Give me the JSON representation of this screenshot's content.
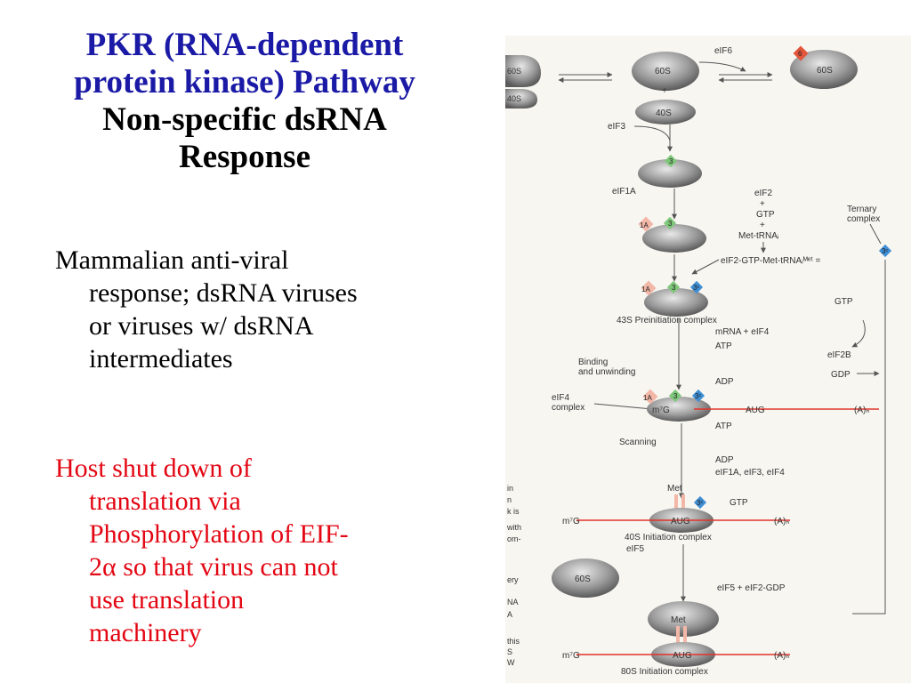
{
  "title": {
    "line1": "PKR (RNA-dependent",
    "line2": "protein kinase) Pathway",
    "line3": "Non-specific dsRNA",
    "line4": "Response"
  },
  "bullets": [
    {
      "lines": [
        "Mammalian anti-viral",
        "response; dsRNA viruses",
        "or viruses w/ dsRNA",
        "intermediates"
      ],
      "color": "#000000"
    },
    {
      "lines": [
        "Host shut down of",
        "translation via",
        "Phosphorylation of EIF-",
        "2α so that virus can not",
        "use translation",
        "machinery"
      ],
      "color": "#e30613"
    }
  ],
  "diagram": {
    "labels": {
      "s60": "60S",
      "s40": "40S",
      "s60b": "60S",
      "s40b": "40S",
      "s60c": "60S",
      "eif6": "eIF6",
      "eif3": "eIF3",
      "eif1a": "eIF1A",
      "eif2": "eIF2",
      "gtp_top": "GTP",
      "met_trna": "Met-tRNAᵢ",
      "ternary": "Ternary",
      "complex": "complex",
      "eif2_gtp_met": "eIF2-GTP-Met-tRNAᵢᴹᵉᵗ =",
      "plus1": "+",
      "plus2": "+",
      "plus3": "+",
      "preinit43s": "43S Preinitiation complex",
      "mrna_eif4": "mRNA + eIF4",
      "atp1": "ATP",
      "binding": "Binding",
      "unwinding": "and unwinding",
      "adp1": "ADP",
      "gtp_right": "GTP",
      "eif2b": "eIF2B",
      "gdp_right": "GDP",
      "eif4": "eIF4",
      "complex2": "complex",
      "m7g_1": "m⁷G",
      "aug_1": "AUG",
      "poly_a1": "(A)ₙ",
      "atp2": "ATP",
      "scanning": "Scanning",
      "adp2": "ADP",
      "eif_release": "eIF1A, eIF3, eIF4",
      "met1": "Met",
      "gtp2": "GTP",
      "m7g_2": "m⁷G",
      "aug_2": "AUG",
      "poly_a2": "(A)ₙ",
      "init40s": "40S Initiation complex",
      "eif5": "eIF5",
      "eif5_release": "eIF5 + eIF2-GDP",
      "met2": "Met",
      "m7g_3": "m⁷G",
      "aug_3": "AUG",
      "poly_a3": "(A)ₙ",
      "init80s": "80S Initiation complex",
      "tag6": "6",
      "tag3a": "3",
      "tag1a": "1A",
      "tag3b": "3",
      "tag3c": "3",
      "tag1b": "1A",
      "tag3d": "3",
      "tag1c": "1A",
      "tag3e": "3",
      "tag3f": "3ᶜ",
      "tag3g": "3ᶜ",
      "tag3h": "3ᶜ",
      "tag3i": "3ᶜ"
    },
    "margin_text": [
      "in",
      "n",
      "k is",
      "with",
      "om-",
      "ery",
      "NA",
      "A",
      "this",
      "S",
      "W"
    ]
  },
  "colors": {
    "title_blue": "#1a1aa6",
    "bullet_red": "#e30613",
    "mrna_red": "#e2332b"
  }
}
